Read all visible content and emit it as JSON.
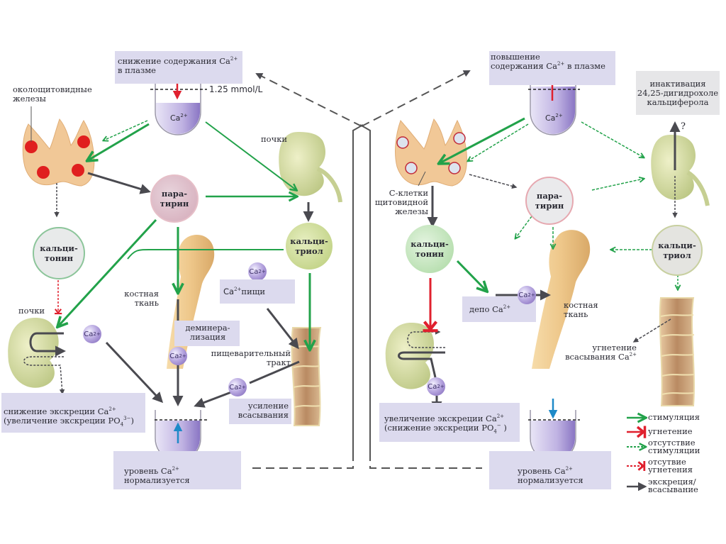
{
  "left": {
    "top_box": {
      "line1": "снижение содержания Ca",
      "sup": "2+",
      "line2": "в плазме"
    },
    "threshold": "1.25 mmol/L",
    "beaker_label": "Ca",
    "beaker_sup": "2+",
    "parathyroid_label": [
      "околощитовидные",
      "железы"
    ],
    "kidney_top_label": "почки",
    "paratirin": [
      "пара-",
      "тирин"
    ],
    "calcitonin": [
      "кальци-",
      "тонин"
    ],
    "calcitriol": [
      "кальци-",
      "триол"
    ],
    "bone_label": [
      "костная",
      "ткань"
    ],
    "kidney_left_label": "почки",
    "ca_food": "Ca",
    "ca_food_suffix": "пищи",
    "demineralization": [
      "деминера-",
      "лизация"
    ],
    "digestive": [
      "пищеварительный",
      "тракт"
    ],
    "absorption": [
      "усиление",
      "всасывания"
    ],
    "excretion_box": {
      "line1": "снижение экскреции Ca",
      "line2": "(увеличение экскреции PO",
      "po_sub": "4",
      "po_sup": "3−",
      "close": ")"
    },
    "normal_box": {
      "line1": "уровень Ca",
      "line2": "нормализуется"
    }
  },
  "right": {
    "top_box": {
      "line1": "повышение",
      "line2": "содержания Ca",
      "sup": "2+",
      "line2b": "в плазме"
    },
    "beaker_label": "Ca",
    "beaker_sup": "2+",
    "inactivation_box": [
      "инактивация",
      "24,25-дигидрохоле",
      "кальциферола"
    ],
    "question": "?",
    "c_cells_label": [
      "С-клетки",
      "щитовидной",
      "железы"
    ],
    "paratirin": [
      "пара-",
      "тирин"
    ],
    "calcitonin": [
      "кальци-",
      "тонин"
    ],
    "calcitriol": [
      "кальци-",
      "триол"
    ],
    "depot": "депо Ca",
    "bone_label": [
      "костная",
      "ткань"
    ],
    "inhibition_absorption": [
      "угнетение",
      "всасывания Ca"
    ],
    "excretion_box": {
      "line1": "увеличение экскреции Ca",
      "line2": "(снижение экскреции  PO",
      "po_sub": "4",
      "po_sup": "−",
      "close": " )"
    },
    "normal_box": {
      "line1": "уровень Ca",
      "line2": "нормализуется"
    }
  },
  "ion_label": "Ca",
  "ion_sup": "2+",
  "legend": [
    {
      "label": [
        "стимуляция"
      ],
      "kind": "stimulation",
      "color": "#22a24a"
    },
    {
      "label": [
        "угнетение"
      ],
      "kind": "inhibition",
      "color": "#e0202e"
    },
    {
      "label": [
        "отсутствие",
        "стимуляции"
      ],
      "kind": "no-stimulation",
      "color": "#22a24a"
    },
    {
      "label": [
        "отсутвие",
        "угнетения"
      ],
      "kind": "no-inhibition",
      "color": "#e0202e"
    },
    {
      "label": [
        "экскреция/",
        "всасывание"
      ],
      "kind": "excretion",
      "color": "#4a4a50"
    }
  ],
  "colors": {
    "green": "#22a24a",
    "red": "#e0202e",
    "dark": "#4a4a50",
    "blue": "#1e8ac8",
    "box": "#dcdaee"
  }
}
